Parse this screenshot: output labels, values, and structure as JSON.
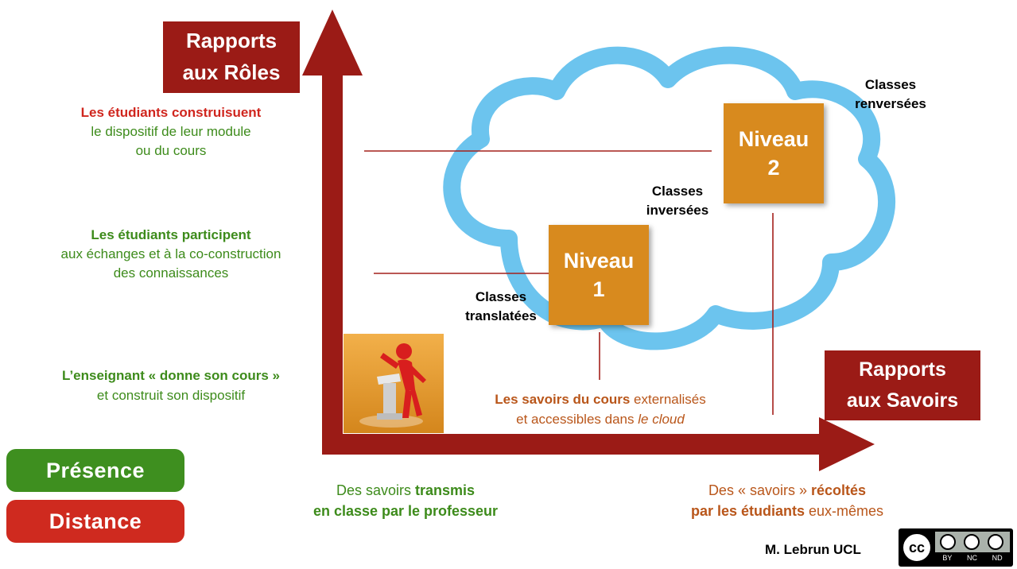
{
  "axes": {
    "y_title_line1": "Rapports",
    "y_title_line2": "aux Rôles",
    "x_title_line1": "Rapports",
    "x_title_line2": "aux Savoirs"
  },
  "roles": {
    "top": {
      "strong": "Les étudiants construisuent",
      "line2": "le dispositif de leur module",
      "line3": "ou du cours"
    },
    "middle": {
      "strong": "Les étudiants participent",
      "line2": "aux échanges et à la co-construction",
      "line3": "des connaissances"
    },
    "bottom": {
      "strong": "L’enseignant « donne son cours »",
      "line2": "et construit son dispositif"
    }
  },
  "legend": {
    "presence": "Présence",
    "distance": "Distance"
  },
  "levels": {
    "n1_line1": "Niveau",
    "n1_line2": "1",
    "n2_line1": "Niveau",
    "n2_line2": "2"
  },
  "classes": {
    "translatees_1": "Classes",
    "translatees_2": "translatées",
    "inversees_1": "Classes",
    "inversees_2": "inversées",
    "renversees_1": "Classes",
    "renversees_2": "renversées"
  },
  "savoirs": {
    "cloud_strong": "Les savoirs du cours",
    "cloud_rest": " externalisés",
    "cloud_line2_a": "et accessibles dans ",
    "cloud_line2_b": "le cloud",
    "transmis_a": "Des savoirs ",
    "transmis_b": "transmis",
    "transmis_line2": "en classe par le professeur",
    "recoltes_a": "Des « savoirs » ",
    "recoltes_b": "récoltés",
    "recoltes_line2_a": "par les étudiants",
    "recoltes_line2_b": " eux-mêmes"
  },
  "credit": {
    "author": "M. Lebrun UCL",
    "cc": "cc",
    "by": "BY",
    "nc": "NC",
    "nd": "ND"
  },
  "colors": {
    "axis": "#9b1b16",
    "cloud": "#6cc4ee",
    "niveau": "#d88a1e",
    "green": "#3d8b1b",
    "red": "#d0261e"
  }
}
